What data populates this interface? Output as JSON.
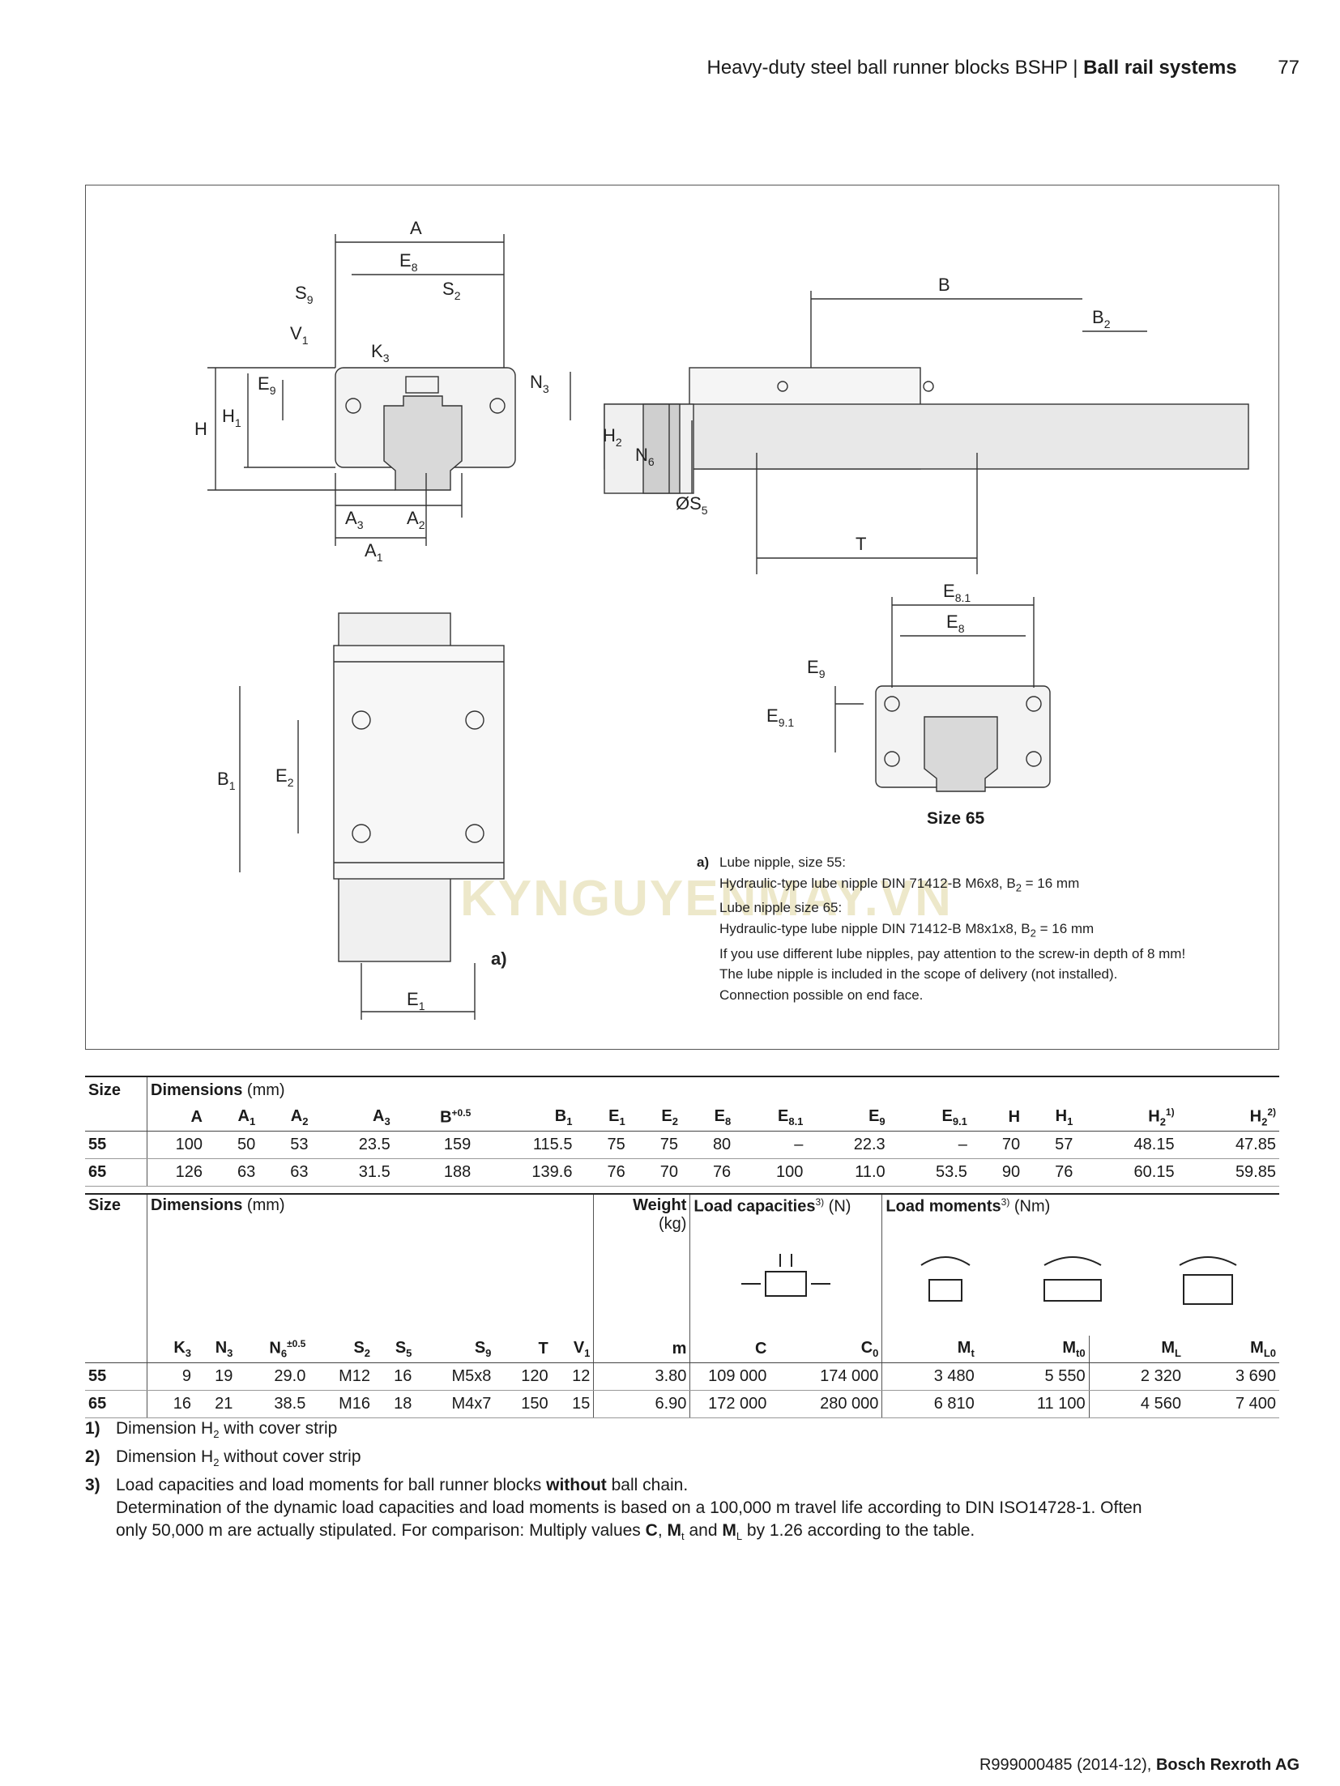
{
  "header": {
    "title": "Heavy-duty steel ball runner blocks BSHP",
    "separator": "|",
    "section": "Ball rail systems",
    "page": "77"
  },
  "figure": {
    "labels": {
      "A": "A",
      "E8": "E",
      "S9": "S",
      "S2": "S",
      "V1": "V",
      "K3": "K",
      "N3": "N",
      "E9": "E",
      "H": "H",
      "H1": "H",
      "A3": "A",
      "A2": "A",
      "A1": "A",
      "B": "B",
      "B2": "B",
      "H2": "H",
      "N6": "N",
      "S5": "ØS",
      "T": "T",
      "E81": "E",
      "E8b": "E",
      "E9b": "E",
      "E91": "E",
      "B1": "B",
      "E2": "E",
      "E1": "E",
      "a": "a)"
    },
    "subs": {
      "E8": "8",
      "S9": "9",
      "S2": "2",
      "V1": "1",
      "K3": "3",
      "N3": "3",
      "E9": "9",
      "H1": "1",
      "A3": "3",
      "A2": "2",
      "A1": "1",
      "B2": "2",
      "H2": "2",
      "N6": "6",
      "S5": "5",
      "E81": "8.1",
      "E8b": "8",
      "E9b": "9",
      "E91": "9.1",
      "B1": "1",
      "E2": "2",
      "E1": "1"
    },
    "size65": "Size 65",
    "watermark": "KYNGUYENMAY.VN",
    "notes": {
      "key": "a)",
      "l1": "Lube nipple, size 55:",
      "l2a": "Hydraulic-type lube nipple DIN 71412-B M6x8, B",
      "l2s": "2",
      "l2b": " = 16 mm",
      "l3": "Lube nipple size 65:",
      "l4a": "Hydraulic-type lube nipple DIN 71412-B M8x1x8, B",
      "l4s": "2",
      "l4b": " = 16 mm",
      "l5": "If you use different lube nipples, pay attention to the screw-in depth of 8 mm!",
      "l6": "The lube nipple is included in the scope of delivery (not installed).",
      "l7": "Connection possible on end face."
    }
  },
  "table1": {
    "size_label": "Size",
    "dim_label": "Dimensions",
    "dim_unit": " (mm)",
    "rows": [
      {
        "size": "55",
        "A": "100",
        "A1": "50",
        "A2": "53",
        "A3": "23.5",
        "B": "159",
        "B1": "115.5",
        "E1": "75",
        "E2": "75",
        "E8": "80",
        "E81": "–",
        "E9": "22.3",
        "E91": "–",
        "H": "70",
        "H1": "57",
        "H2a": "48.15",
        "H2b": "47.85"
      },
      {
        "size": "65",
        "A": "126",
        "A1": "63",
        "A2": "63",
        "A3": "31.5",
        "B": "188",
        "B1": "139.6",
        "E1": "76",
        "E2": "70",
        "E8": "76",
        "E81": "100",
        "E9": "11.0",
        "E91": "53.5",
        "H": "90",
        "H1": "76",
        "H2a": "60.15",
        "H2b": "59.85"
      }
    ]
  },
  "table2": {
    "size_label": "Size",
    "dim_label": "Dimensions",
    "dim_unit": " (mm)",
    "weight_label": "Weight",
    "weight_unit": "(kg)",
    "load_cap_label": "Load capacities",
    "load_cap_unit": " (N)",
    "load_mom_label": "Load moments",
    "load_mom_unit": " (Nm)",
    "rows": [
      {
        "size": "55",
        "K3": "9",
        "N3": "19",
        "N6": "29.0",
        "S2": "M12",
        "S5": "16",
        "S9": "M5x8",
        "T": "120",
        "V1": "12",
        "m": "3.80",
        "C": "109 000",
        "C0": "174 000",
        "Mt": "3 480",
        "Mt0": "5 550",
        "ML": "2 320",
        "ML0": "3 690"
      },
      {
        "size": "65",
        "K3": "16",
        "N3": "21",
        "N6": "38.5",
        "S2": "M16",
        "S5": "18",
        "S9": "M4x7",
        "T": "150",
        "V1": "15",
        "m": "6.90",
        "C": "172 000",
        "C0": "280 000",
        "Mt": "6 810",
        "Mt0": "11 100",
        "ML": "4 560",
        "ML0": "7 400"
      }
    ]
  },
  "footnotes": {
    "f1n": "1)",
    "f1a": "Dimension H",
    "f1s": "2",
    "f1b": " with cover strip",
    "f2n": "2)",
    "f2a": "Dimension H",
    "f2s": "2",
    "f2b": " without cover strip",
    "f3n": "3)",
    "f3a": "Load capacities and load moments for ball runner blocks ",
    "f3b": "without",
    "f3c": " ball chain.",
    "f4": "Determination of the dynamic load capacities and load moments is based on a 100,000 m travel life according to DIN ISO14728-1. Often",
    "f5a": "only 50,000 m are actually stipulated. For comparison: Multiply values ",
    "f5C": "C",
    "f5sep": ", ",
    "f5M": "M",
    "f5Ms": "t",
    "f5and": " and ",
    "f5L": "M",
    "f5Ls": "L",
    "f5b": " by 1.26 according to the table."
  },
  "footer": {
    "doc": "R999000485 (2014-12), ",
    "company": "Bosch Rexroth AG"
  }
}
